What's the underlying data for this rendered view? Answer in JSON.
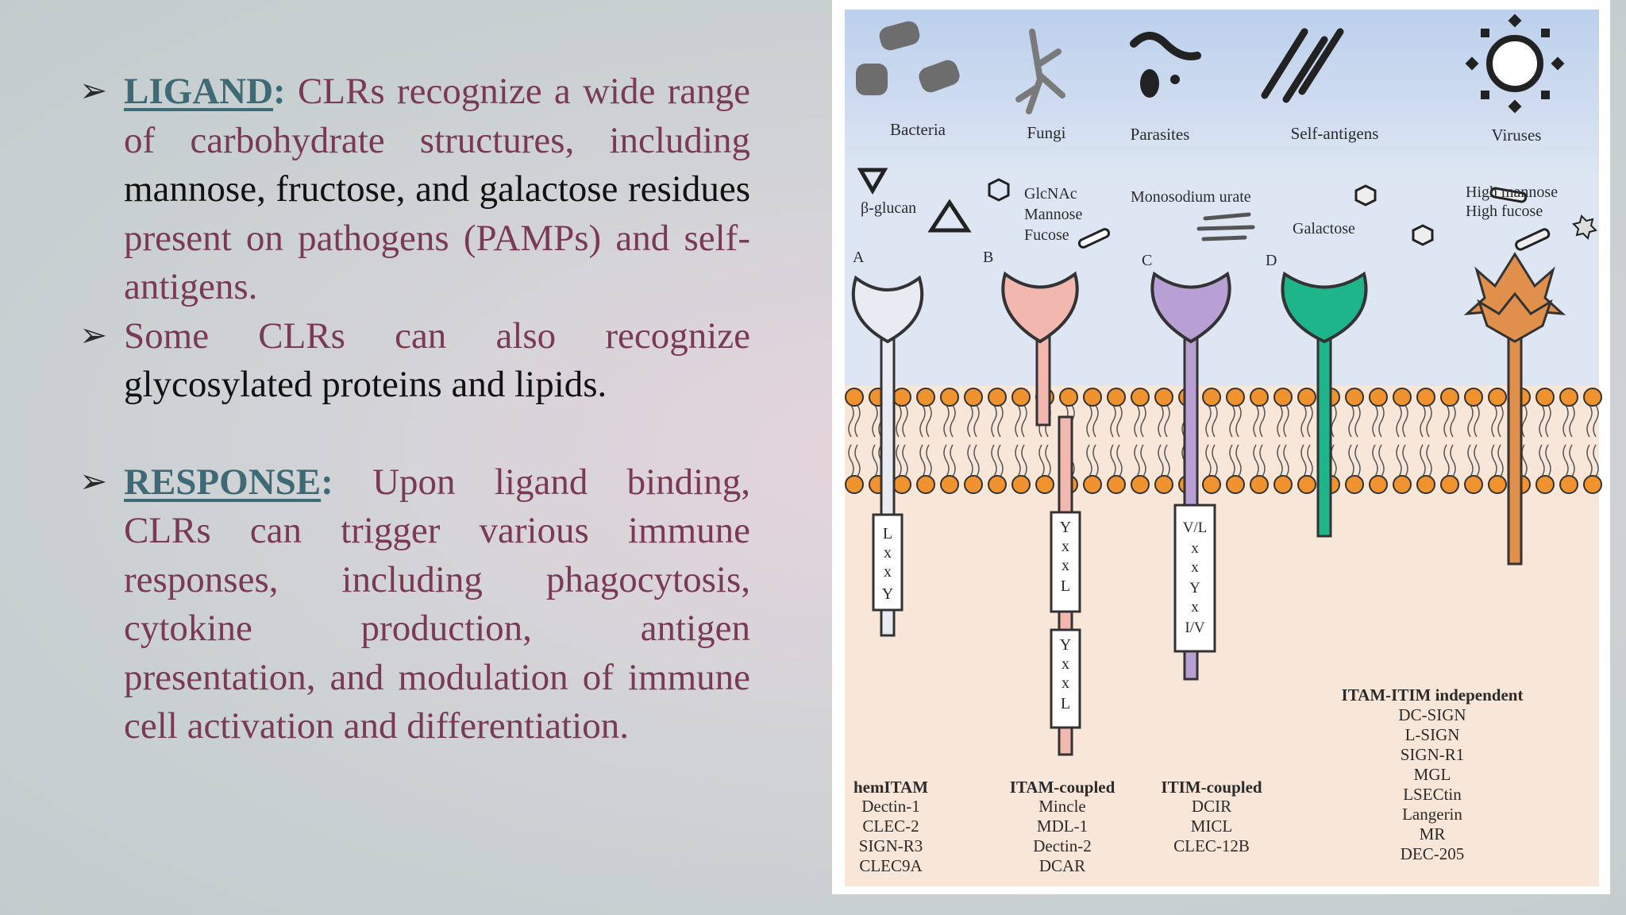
{
  "bullets": [
    {
      "heading": "LIGAND",
      "colon": ":",
      "text_a": " CLRs recognize a wide range of carbohydrate structures, including ",
      "text_dark": "mannose, fructose, and galactose residues",
      "text_b": " present on pathogens (PAMPs) and self-antigens."
    },
    {
      "text_a": "Some CLRs can also recognize ",
      "text_dark": "glycosylated proteins and lipids."
    },
    {
      "heading": "RESPONSE",
      "colon": ":",
      "text_a": " Upon ligand binding, CLRs can trigger various immune responses, including phagocytosis, cytokine production, antigen presentation, and modulation of immune cell activation and differentiation."
    }
  ],
  "figure": {
    "pathogens": [
      "Bacteria",
      "Fungi",
      "Parasites",
      "Self-antigens",
      "Viruses"
    ],
    "ligands": {
      "beta_glucan": "β-glucan",
      "glcnac": "GlcNAc",
      "mannose": "Mannose",
      "fucose": "Fucose",
      "monosodium_urate": "Monosodium urate",
      "galactose": "Galactose",
      "high_mannose": "High mannose",
      "high_fucose": "High fucose"
    },
    "panel_letters": [
      "A",
      "B",
      "C",
      "D"
    ],
    "motifs": {
      "a": [
        "L",
        "x",
        "x",
        "Y"
      ],
      "b1": [
        "Y",
        "x",
        "x",
        "L"
      ],
      "b2": [
        "Y",
        "x",
        "x",
        "L"
      ],
      "c": [
        "V/L",
        "x",
        "x",
        "Y",
        "x",
        "I/V"
      ]
    },
    "groups": [
      {
        "title": "hemITAM",
        "members": [
          "Dectin-1",
          "CLEC-2",
          "SIGN-R3",
          "CLEC9A"
        ]
      },
      {
        "title": "ITAM-coupled",
        "members": [
          "Mincle",
          "MDL-1",
          "Dectin-2",
          "DCAR"
        ]
      },
      {
        "title": "ITIM-coupled",
        "members": [
          "DCIR",
          "MICL",
          "CLEC-12B"
        ]
      },
      {
        "title": "ITAM-ITIM independent",
        "members": [
          "DC-SIGN",
          "L-SIGN",
          "SIGN-R1",
          "MGL",
          "LSECtin",
          "Langerin",
          "MR",
          "DEC-205"
        ]
      }
    ]
  },
  "colors": {
    "body_text": "#7a3a55",
    "heading": "#3d6a76",
    "dark_text": "#111111",
    "receptor_a": "#e8ecf2",
    "receptor_b": "#f2b8b0",
    "receptor_c": "#b8a0d4",
    "receptor_d": "#1fb58a",
    "receptor_e": "#e0904a",
    "lipid_head": "#f0922e"
  }
}
